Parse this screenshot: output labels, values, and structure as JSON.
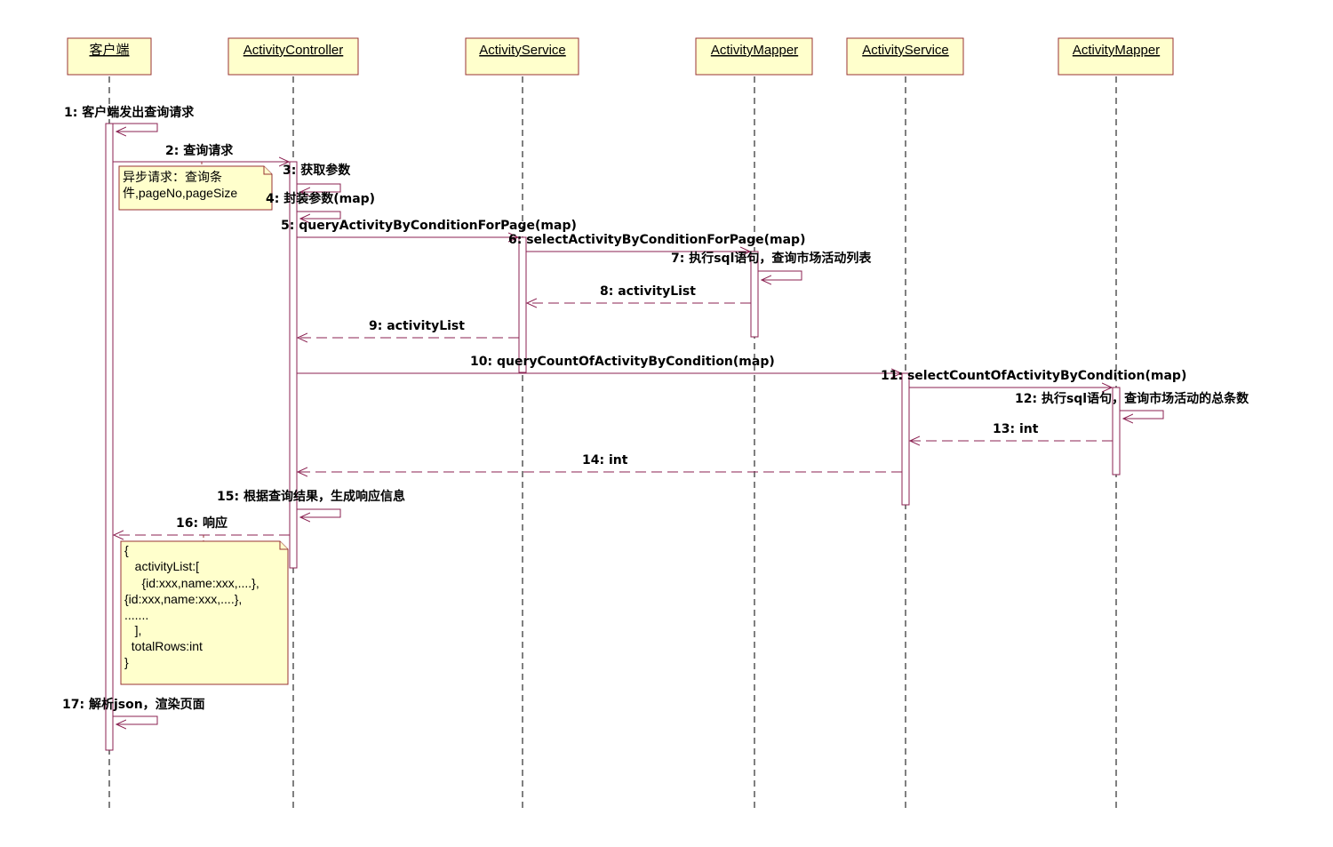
{
  "participants": [
    "客户端",
    "ActivityController",
    "ActivityService",
    "ActivityMapper",
    "ActivityService",
    "ActivityMapper"
  ],
  "messages": [
    "1: 客户端发出查询请求",
    "2: 查询请求",
    "3: 获取参数",
    "4: 封装参数(map)",
    "5: queryActivityByConditionForPage(map)",
    "6: selectActivityByConditionForPage(map)",
    "7: 执行sql语句，查询市场活动列表",
    "8: activityList",
    "9: activityList",
    "10: queryCountOfActivityByCondition(map)",
    "11: selectCountOfActivityByCondition(map)",
    "12: 执行sql语句，查询市场活动的总条数",
    "13: int",
    "14: int",
    "15: 根据查询结果，生成响应信息",
    "16: 响应",
    "17: 解析json，渲染页面"
  ],
  "notes": {
    "request": [
      "异步请求：查询条",
      "件,pageNo,pageSize"
    ],
    "response": [
      "{",
      "   activityList:[",
      "     {id:xxx,name:xxx,....},",
      "{id:xxx,name:xxx,....},",
      ".......",
      "   ],",
      "  totalRows:int",
      "}"
    ]
  },
  "colors": {
    "box_fill": "#ffffcc",
    "box_border": "#993333",
    "message_line": "#8b2252"
  }
}
